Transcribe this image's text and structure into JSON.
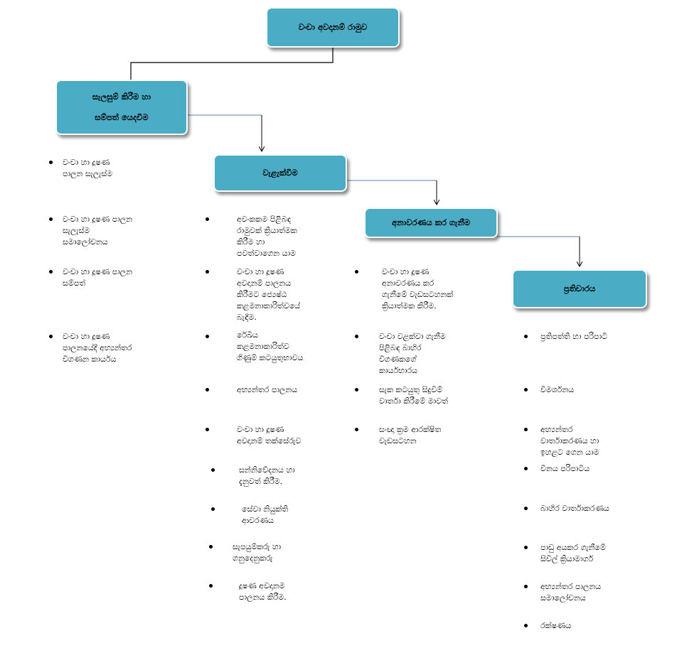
{
  "root": {
    "label": "වංචා අවදානම් රාමුව"
  },
  "boxes": {
    "safeguard": {
      "line1": "සැලසුම් කිරීම හා",
      "line2": "සම්පත් යෙදවීම"
    },
    "prevention": {
      "label": "වැළැක්වීම"
    },
    "detection": {
      "label": "අනාවරණය කර ගැනීම"
    },
    "response": {
      "label": "ප්‍රතිචාරය"
    }
  },
  "lists": {
    "safeguard_items": [
      "වංචා හා දූෂණ\nපාලන සැලැස්ම",
      "වංචා හා දූෂණ පාලන\nසැලැස්ම\nසමාලෝචනය",
      "වංචා හා දූෂණ පාලන\nසම්පත්",
      "වංචා හා දූෂණ\nපාලනයේදී අභ්‍යන්තර\nවිගණන කාර්යය"
    ],
    "prevention_items": [
      "අවංකකම පිළිබඳ\nරාමුවක් ක්‍රියාත්මක\nකිරීම හා\nපවත්වාගෙන යාම",
      "වංචා හා දූෂණ\nඅවදානම් පාලනය\nකිරීමට ජ්‍යෙෂ්ඨ\nකළමනාකාරිත්වයේ\nබැඳීම.",
      "රේඛීය\nකළමනාකාරිත්ව\nගිණුම් කටයුතුභාවය",
      "අභ්‍යන්තර පාලනය",
      "වංචා හා දූෂණ\nඅවදානම් තක්සේරුව",
      "සන්නිවේදනය හා\nදැනුවත් කිරීම.",
      "සේවා නියුක්ති\nආවරණය",
      "සැපයුම්කරු හා\nගනුදෙනුකරු",
      "දූෂණ අවදානම\nපාලනය කිරීම."
    ],
    "detection_items": [
      "වංචා හා දූෂණ\nඅනාවරණය කර\nගැනීමේ වැඩසටහනක්\nක්‍රියාත්මක කිරීම.",
      "වංචා වළක්වා ගැනීම\nපිළිබඳ බාහිර\nවිගණකගේ\nකාර්යභාරය",
      "සැක කටයුතු සිදුවීම්\nවාර්තා කිරීමේ මාවත්",
      "සංඥා ක්‍රම ආරක්ෂිත\nවැඩසටහන"
    ],
    "response_items": [
      "ප්‍රතිපත්ති හා පරිපාටි",
      "විමර්ශනය",
      "අභ්‍යන්තර\nවාර්තාකරණය හා\nඉහළට ගෙන යාම",
      "විනය පරිපාටිය",
      "බාහිර වාර්තාකරණය",
      "පාඩු අයකර ගැනීමේ\nසිවිල් ක්‍රියාමාර්ග",
      "අභ්‍යන්තර පාලනය\nසමාලෝචනය",
      "රක්ෂණය"
    ]
  }
}
